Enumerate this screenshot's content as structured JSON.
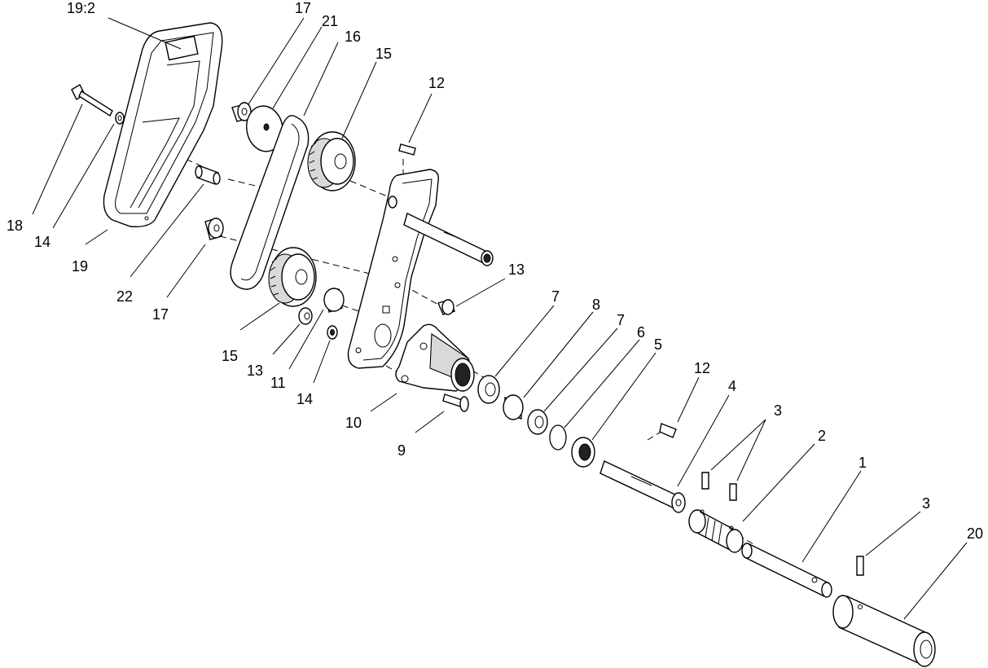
{
  "callouts": [
    {
      "id": "c-19-2",
      "text": "19:2"
    },
    {
      "id": "c-17a",
      "text": "17"
    },
    {
      "id": "c-21",
      "text": "21"
    },
    {
      "id": "c-16",
      "text": "16"
    },
    {
      "id": "c-15a",
      "text": "15"
    },
    {
      "id": "c-12a",
      "text": "12"
    },
    {
      "id": "c-18",
      "text": "18"
    },
    {
      "id": "c-14a",
      "text": "14"
    },
    {
      "id": "c-19",
      "text": "19"
    },
    {
      "id": "c-22",
      "text": "22"
    },
    {
      "id": "c-17b",
      "text": "17"
    },
    {
      "id": "c-13a",
      "text": "13"
    },
    {
      "id": "c-15b",
      "text": "15"
    },
    {
      "id": "c-13b",
      "text": "13"
    },
    {
      "id": "c-11",
      "text": "11"
    },
    {
      "id": "c-14b",
      "text": "14"
    },
    {
      "id": "c-10",
      "text": "10"
    },
    {
      "id": "c-9",
      "text": "9"
    },
    {
      "id": "c-7a",
      "text": "7"
    },
    {
      "id": "c-8",
      "text": "8"
    },
    {
      "id": "c-7b",
      "text": "7"
    },
    {
      "id": "c-6",
      "text": "6"
    },
    {
      "id": "c-5",
      "text": "5"
    },
    {
      "id": "c-12b",
      "text": "12"
    },
    {
      "id": "c-4",
      "text": "4"
    },
    {
      "id": "c-3a",
      "text": "3"
    },
    {
      "id": "c-2",
      "text": "2"
    },
    {
      "id": "c-1",
      "text": "1"
    },
    {
      "id": "c-3b",
      "text": "3"
    },
    {
      "id": "c-20",
      "text": "20"
    }
  ]
}
